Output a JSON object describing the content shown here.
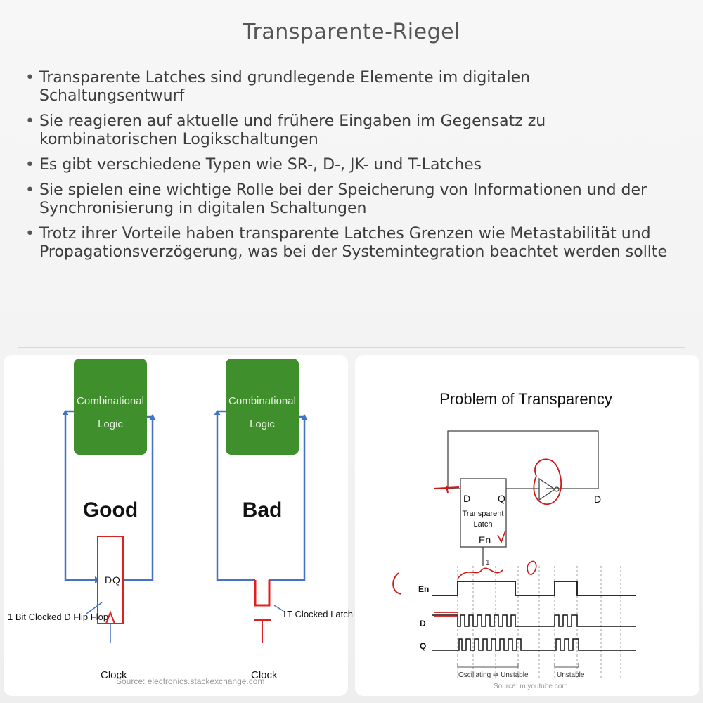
{
  "title": "Transparente-Riegel",
  "bullets": [
    "Transparente Latches sind grundlegende Elemente im digitalen Schaltungsentwurf",
    "Sie reagieren auf aktuelle und frühere Eingaben im Gegensatz zu kombinatorischen Logikschaltungen",
    "Es gibt verschiedene Typen wie SR-, D-, JK- und T-Latches",
    "Sie spielen eine wichtige Rolle bei der Speicherung von Informationen und der Synchronisierung in digitalen Schaltungen",
    "Trotz ihrer Vorteile haben transparente Latches Grenzen wie Metastabilität und Propagationsverzögerung, was bei der Systemintegration beachtet werden sollte"
  ],
  "left_figure": {
    "good": {
      "block_line1": "Combinational",
      "block_line2": "Logic",
      "label": "Good",
      "ff_d": "D",
      "ff_q": "Q",
      "caption": "1 Bit Clocked D Flip Flop",
      "clock": "Clock"
    },
    "bad": {
      "block_line1": "Combinational",
      "block_line2": "Logic",
      "label": "Bad",
      "caption": "1T Clocked Latch",
      "clock": "Clock"
    },
    "source": "Source: electronics.stackexchange.com"
  },
  "right_figure": {
    "title": "Problem of Transparency",
    "latch_d": "D",
    "latch_q": "Q",
    "latch_line1": "Transparent",
    "latch_line2": "Latch",
    "latch_en": "En",
    "output_d": "D",
    "en_tap": "1",
    "sig_en": "En",
    "sig_d": "D",
    "sig_q": "Q",
    "oscillating": "Oscillating ⇒ Unstable",
    "unstable": "Unstable",
    "source": "Source: m.youtube.com"
  },
  "colors": {
    "green_block": "#3f8f2c",
    "wire_blue": "#4472c4",
    "latch_red": "#e02020",
    "pen_red": "#d01818"
  }
}
